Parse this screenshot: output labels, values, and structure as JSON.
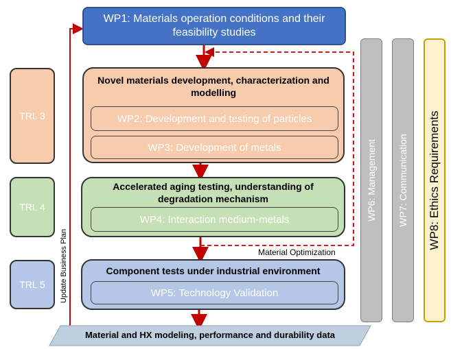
{
  "wp1": {
    "label": "WP1: Materials operation conditions and their feasibility studies"
  },
  "groups": {
    "orange": {
      "title": "Novel materials development, characterization and modelling",
      "wp2": "WP2: Development and testing of particles",
      "wp3": "WP3: Development of metals"
    },
    "green": {
      "title": "Accelerated aging testing, understanding of degradation mechanism",
      "wp4": "WP4: Interaction medium-metals"
    },
    "blue": {
      "title": "Component tests under industrial environment",
      "wp5": "WP5: Technology Validation"
    }
  },
  "trl": [
    "TRL 3",
    "TRL 4",
    "TRL 5"
  ],
  "side": {
    "wp6": "WP6: Management",
    "wp7": "WP7: Communication",
    "wp8": "WP8: Ethics Requirements"
  },
  "bottom": {
    "label": "Material and HX modeling, performance and durability data"
  },
  "arrows": {
    "update_plan": "Update Business Plan",
    "material_opt": "Material Optimization"
  },
  "colors": {
    "wp1": "#4472c4",
    "orange": "#f8cbad",
    "green": "#c5e0b4",
    "blue": "#b4c7e7",
    "arrow": "#c00000",
    "gray_bar": "#bfbfbf",
    "ethics": "#fff2cc"
  }
}
